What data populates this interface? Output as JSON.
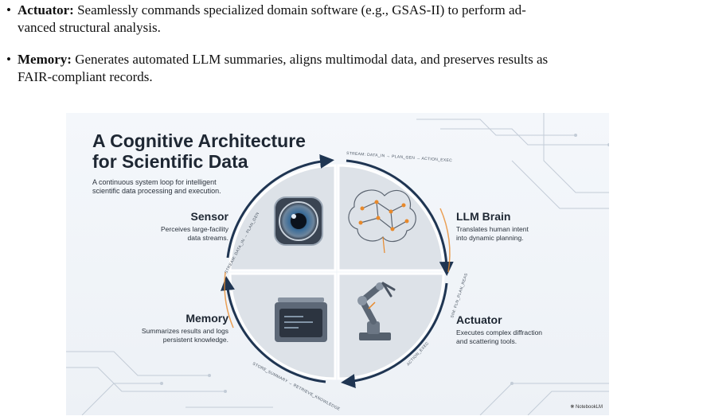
{
  "bullets": [
    {
      "term": "Actuator:",
      "text": "Seamlessly commands specialized domain software (e.g., GSAS-II) to perform ad-",
      "cont": "vanced structural analysis."
    },
    {
      "term": "Memory:",
      "text": "Generates automated LLM summaries, aligns multimodal data, and preserves results as",
      "cont": "FAIR-compliant records."
    }
  ],
  "figure": {
    "title_line1": "A Cognitive Architecture",
    "title_line2": "for Scientific Data",
    "subtitle_line1": "A continuous system loop for intelligent",
    "subtitle_line2": "scientific data processing and execution.",
    "quadrants": {
      "sensor": {
        "title": "Sensor",
        "desc_line1": "Perceives large-facility",
        "desc_line2": "data streams.",
        "icon": "camera-lens-icon"
      },
      "brain": {
        "title": "LLM Brain",
        "desc_line1": "Translates human intent",
        "desc_line2": "into dynamic planning.",
        "icon": "brain-network-icon"
      },
      "actuator": {
        "title": "Actuator",
        "desc_line1": "Executes complex diffraction",
        "desc_line2": "and scattering tools.",
        "icon": "robot-arm-icon"
      },
      "memory": {
        "title": "Memory",
        "desc_line1": "Summarizes results and logs",
        "desc_line2": "persistent knowledge.",
        "icon": "file-folder-icon"
      }
    },
    "loop_labels": {
      "top": "STREAM: DATA_IN → PLAN_GEN → ACTION_EXEC",
      "left": "STREAM: DATA_IN → PLAN_GEN",
      "right": "SIM: PLN_PLAN_REAS",
      "bottom_right": "ACTION_EXEC",
      "bottom": "STORE_SUMMARY → RETRIEVE_KNOWLEDGE"
    },
    "credit": "NotebookLM"
  },
  "colors": {
    "accent_orange": "#e8892b",
    "arrow_navy": "#1f3552",
    "panel_gray": "#d9dee5"
  }
}
